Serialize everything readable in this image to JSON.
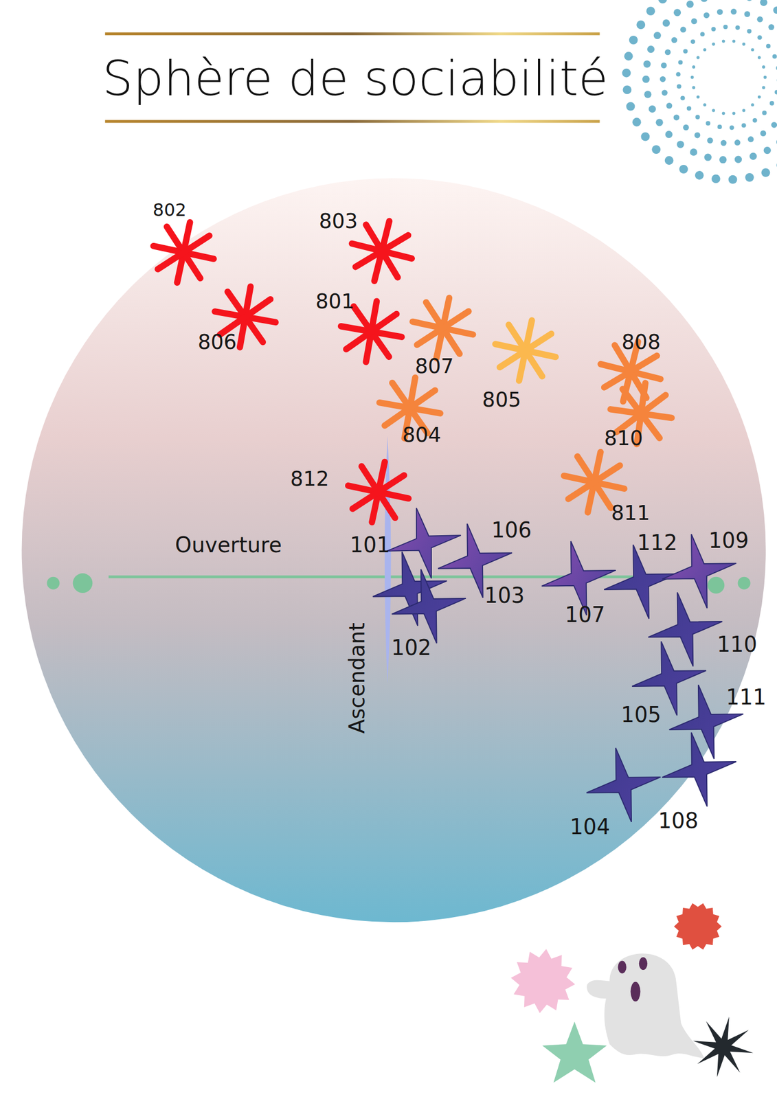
{
  "diagram": {
    "title": "Sphère de sociabilité",
    "labels": [
      "Ouverture",
      "Ascendant",
      "802",
      "803",
      "801",
      "806",
      "807",
      "805",
      "804",
      "808",
      "810",
      "812",
      "811",
      "101",
      "106",
      "112",
      "109",
      "103",
      "107",
      "102",
      "110",
      "111",
      "105",
      "104",
      "108"
    ]
  }
}
